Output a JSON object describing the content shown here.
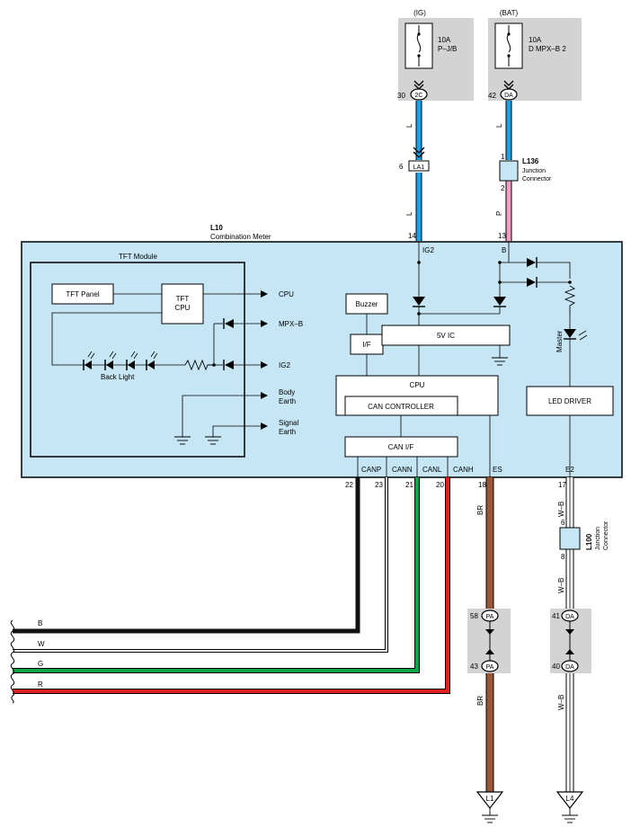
{
  "colors": {
    "meter_fill": "#c6e6f5",
    "fuse_fill": "#d3d3d3",
    "wire_L": "#1aa3e8",
    "wire_P": "#f29ec6",
    "wire_BR": "#9c5636",
    "wire_B": "#111111",
    "wire_G": "#10a34a",
    "wire_R": "#e0201e",
    "wire_W": "#ffffff"
  },
  "fuses": [
    {
      "header": "(IG)",
      "rating": "10A",
      "name": "P–J/B",
      "pin": "30",
      "connector": "2C"
    },
    {
      "header": "(BAT)",
      "rating": "10A",
      "name": "D MPX–B 2",
      "pin": "42",
      "connector": "DA"
    }
  ],
  "connectors": {
    "la1": {
      "label": "LA1",
      "pin": "6"
    },
    "l136": {
      "id": "L136",
      "desc1": "Junction",
      "desc2": "Connector",
      "pin_in": "1",
      "pin_out": "2"
    },
    "l100": {
      "id": "L100",
      "desc1": "Junction",
      "desc2": "Connector",
      "pin_in": "6",
      "pin_out": "8"
    },
    "pa_upper": {
      "pin": "58",
      "label": "PA"
    },
    "pa_lower": {
      "pin": "43",
      "label": "PA"
    },
    "da_upper": {
      "pin": "41",
      "label": "DA"
    },
    "da_lower": {
      "pin": "40",
      "label": "DA"
    }
  },
  "wire_codes": {
    "ig_upper": "L",
    "ig_lower": "L",
    "bat_upper": "L",
    "bat_lower": "P",
    "es_upper": "BR",
    "es_lower": "BR",
    "e2_upper": "W–B",
    "e2_mid": "W–B",
    "e2_lower": "W–B",
    "harness_b": "B",
    "harness_w": "W",
    "harness_g": "G",
    "harness_r": "R"
  },
  "meter": {
    "id": "L10",
    "name": "Combination Meter",
    "pin_ig2": "14",
    "label_ig2": "IG2",
    "pin_b": "13",
    "label_b": "B"
  },
  "tft": {
    "title": "TFT Module",
    "panel": "TFT Panel",
    "cpu_line1": "TFT",
    "cpu_line2": "CPU",
    "backlight": "Back Light",
    "sig_cpu": "CPU",
    "sig_mpxb": "MPX–B",
    "sig_ig2": "IG2",
    "sig_body1": "Body",
    "sig_body2": "Earth",
    "sig_signal1": "Signal",
    "sig_signal2": "Earth"
  },
  "blocks": {
    "buzzer": "Buzzer",
    "if": "I/F",
    "ic5v": "5V IC",
    "cpu": "CPU",
    "can_controller": "CAN CONTROLLER",
    "can_if": "CAN I/F",
    "led_driver": "LED DRIVER",
    "master": "Master"
  },
  "bottom_pins": [
    {
      "label": "CANP",
      "pin": "22"
    },
    {
      "label": "CANN",
      "pin": "23"
    },
    {
      "label": "CANL",
      "pin": "21"
    },
    {
      "label": "CANH",
      "pin": "20"
    },
    {
      "label": "ES",
      "pin": "18"
    },
    {
      "label": "E2",
      "pin": "17"
    }
  ],
  "grounds": {
    "es": "L1",
    "e2": "L4"
  }
}
